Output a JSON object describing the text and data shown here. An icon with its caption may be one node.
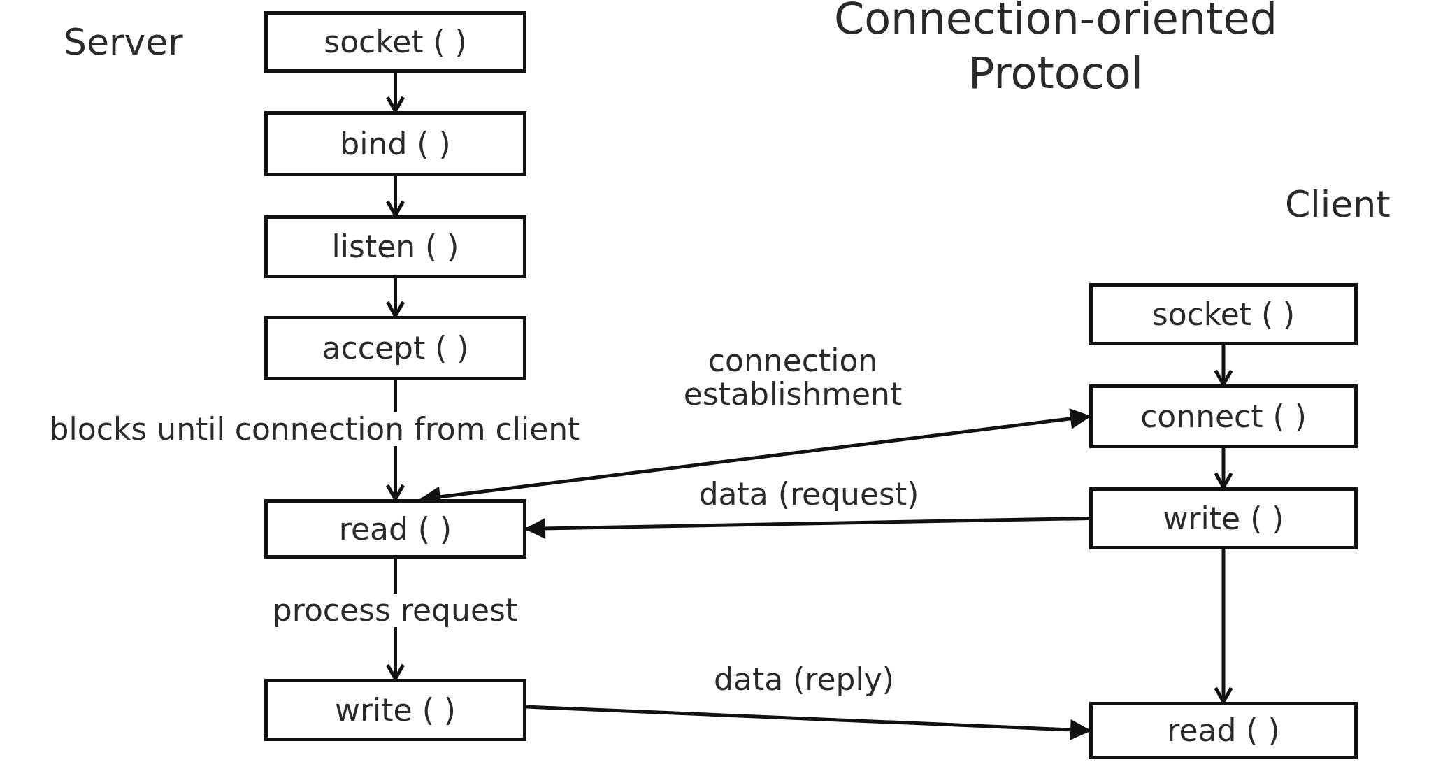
{
  "diagram": {
    "title": "Connection-oriented Protocol",
    "nodes": [
      {
        "text": [
          "socket ( )"
        ]
      },
      {
        "text": [
          "bind ( )"
        ]
      },
      {
        "text": [
          "listen ( )"
        ]
      },
      {
        "text": [
          "accept ( )"
        ]
      },
      {
        "text": [
          "read ( )"
        ]
      },
      {
        "text": [
          "write ( )"
        ]
      },
      {
        "text": [
          "socket ( )"
        ]
      },
      {
        "text": [
          "connect ( )"
        ]
      },
      {
        "text": [
          "write ( )"
        ]
      },
      {
        "text": [
          "read ( )"
        ]
      }
    ],
    "edges": [
      {
        "from": 0,
        "to": 1,
        "arrow": "to"
      },
      {
        "from": 1,
        "to": 2,
        "arrow": "to"
      },
      {
        "from": 2,
        "to": 3,
        "arrow": "to"
      },
      {
        "from": 3,
        "to": 4,
        "arrow": "to",
        "label": "blocks until connection from client"
      },
      {
        "from": 4,
        "to": 5,
        "arrow": "to",
        "label": "process request"
      },
      {
        "from": 6,
        "to": 7,
        "arrow": "to"
      },
      {
        "from": 7,
        "to": 8,
        "arrow": "to"
      },
      {
        "from": 8,
        "to": 9,
        "arrow": "to"
      },
      {
        "from": 7,
        "to": 4,
        "arrow": "both",
        "label": "connection establishment"
      },
      {
        "from": 8,
        "to": 4,
        "arrow": "to",
        "label": "data (request)"
      },
      {
        "from": 5,
        "to": 9,
        "arrow": "to",
        "label": "data (reply)"
      }
    ],
    "labels": [
      "Server",
      "Client"
    ]
  }
}
